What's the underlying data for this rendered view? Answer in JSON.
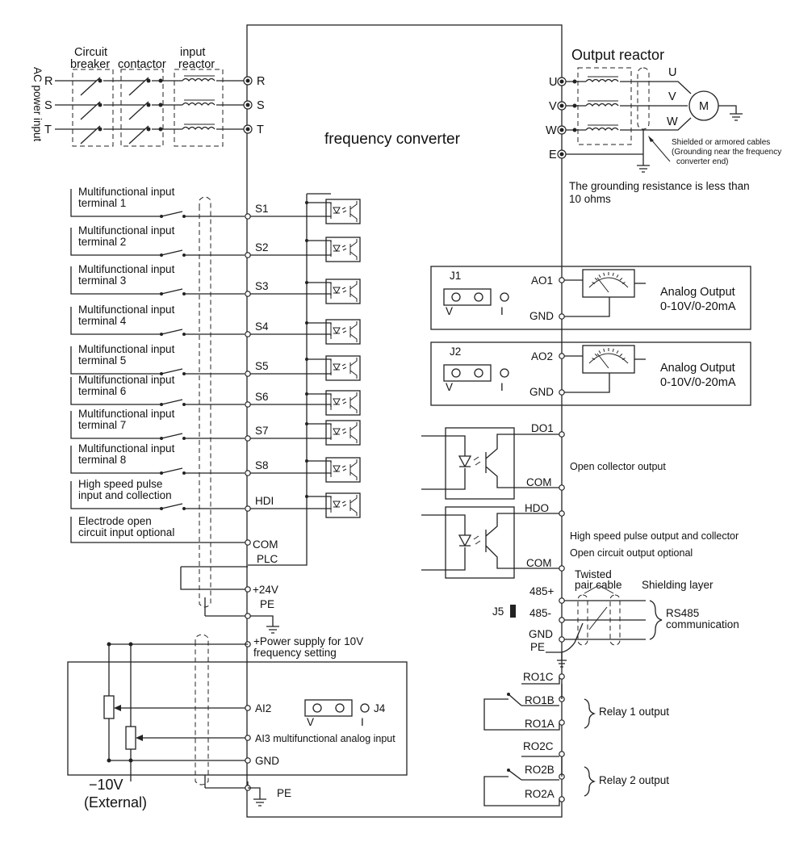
{
  "title": "frequency converter",
  "power_input": {
    "side_label": "AC power input",
    "phases": [
      "R",
      "S",
      "T"
    ],
    "breaker_label_1": "Circuit",
    "breaker_label_2": "breaker",
    "contactor_label": "contactor",
    "reactor_label_1": "input",
    "reactor_label_2": "reactor",
    "terminals": [
      "R",
      "S",
      "T"
    ]
  },
  "output": {
    "reactor_label": "Output reactor",
    "terminals": [
      "U",
      "V",
      "W",
      "E"
    ],
    "motor_phases": [
      "U",
      "V",
      "W"
    ],
    "motor_label": "M",
    "cable_note_1": "Shielded or armored cables",
    "cable_note_2": "(Grounding near the frequency",
    "cable_note_3": "converter end)",
    "ground_note_1": "The grounding resistance is less than",
    "ground_note_2": "10 ohms"
  },
  "inputs": [
    {
      "line1": "Multifunctional input",
      "line2": "terminal 1",
      "terminal": "S1"
    },
    {
      "line1": "Multifunctional input",
      "line2": "terminal 2",
      "terminal": "S2"
    },
    {
      "line1": "Multifunctional input",
      "line2": "terminal 3",
      "terminal": "S3"
    },
    {
      "line1": "Multifunctional input",
      "line2": "terminal 4",
      "terminal": "S4"
    },
    {
      "line1": "Multifunctional input",
      "line2": "terminal 5",
      "terminal": "S5"
    },
    {
      "line1": "Multifunctional input",
      "line2": "terminal 6",
      "terminal": "S6"
    },
    {
      "line1": "Multifunctional input",
      "line2": "terminal 7",
      "terminal": "S7"
    },
    {
      "line1": "Multifunctional input",
      "line2": "terminal 8",
      "terminal": "S8"
    },
    {
      "line1": "High speed pulse",
      "line2": "input and collection",
      "terminal": "HDI"
    }
  ],
  "electrode_note_1": "Electrode open",
  "electrode_note_2": "circuit input optional",
  "common_terminals": {
    "com": "COM",
    "plc": "PLC",
    "v24": "+24V",
    "pe": "PE"
  },
  "power_supply": {
    "line1": "+Power supply for 10V",
    "line2": "frequency setting"
  },
  "analog_in": {
    "ai2": "AI2",
    "ai3": "AI3 multifunctional analog input",
    "gnd": "GND",
    "jumper": "J4",
    "jumper_v": "V",
    "jumper_i": "I",
    "pe": "PE",
    "ext_1": "−10V",
    "ext_2": "(External)"
  },
  "analog_outputs": [
    {
      "jumper": "J1",
      "terminal": "AO1",
      "gnd": "GND",
      "v": "V",
      "i": "I",
      "desc_1": "Analog Output",
      "desc_2": "0-10V/0-20mA"
    },
    {
      "jumper": "J2",
      "terminal": "AO2",
      "gnd": "GND",
      "v": "V",
      "i": "I",
      "desc_1": "Analog Output",
      "desc_2": "0-10V/0-20mA"
    }
  ],
  "digital_outputs": {
    "do1": "DO1",
    "com1": "COM",
    "do_desc": "Open collector output",
    "hdo": "HDO",
    "com2": "COM",
    "hdo_desc_1": "High speed pulse output and collector",
    "hdo_desc_2": "Open circuit output optional"
  },
  "rs485": {
    "twisted_1": "Twisted",
    "twisted_2": "pair cable",
    "shield": "Shielding layer",
    "plus": "485+",
    "minus": "485-",
    "gnd": "GND",
    "pe": "PE",
    "jumper": "J5",
    "desc_1": "RS485",
    "desc_2": "communication"
  },
  "relays": {
    "r1": [
      "RO1C",
      "RO1B",
      "RO1A"
    ],
    "r1_desc": "Relay 1 output",
    "r2": [
      "RO2C",
      "RO2B",
      "RO2A"
    ],
    "r2_desc": "Relay 2 output"
  }
}
